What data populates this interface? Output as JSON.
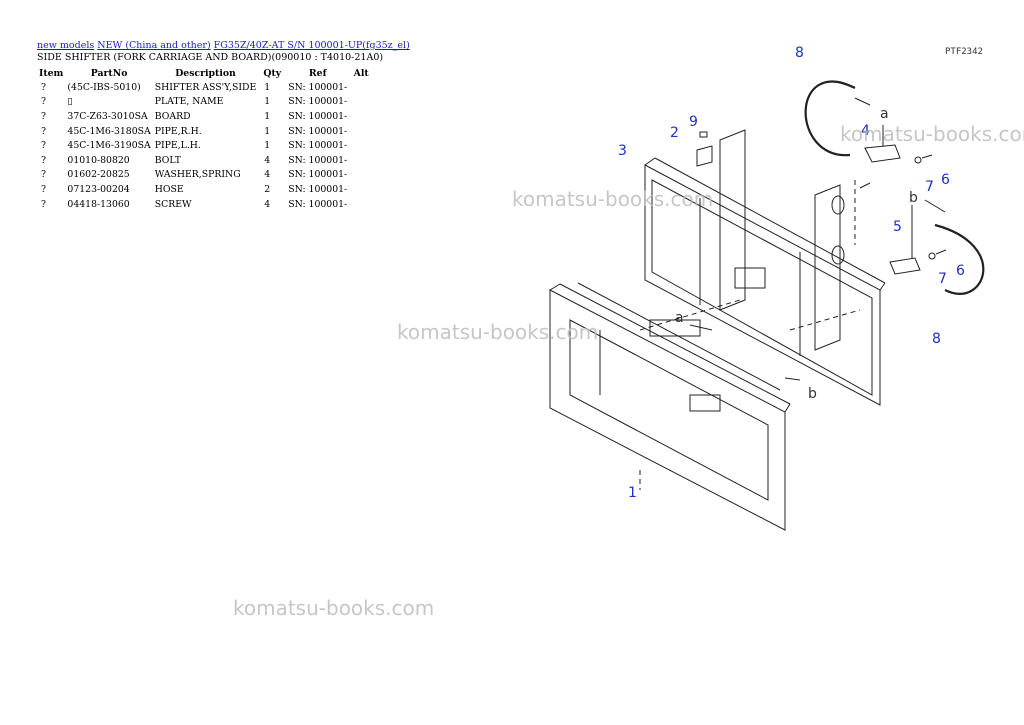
{
  "breadcrumb": {
    "link1": "new models",
    "link2": "NEW (China and other)",
    "link3": "FG35Z/40Z-AT S/N 100001-UP(fg35z_el)"
  },
  "page_title": "SIDE SHIFTER (FORK CARRIAGE AND BOARD)(090010 : T4010-21A0)",
  "table": {
    "headers": {
      "item": "Item",
      "part": "PartNo",
      "desc": "Description",
      "qty": "Qty",
      "ref": "Ref",
      "alt": "Alt"
    },
    "rows": [
      {
        "item": "?",
        "part": "(45C-IBS-5010)",
        "desc": "SHIFTER ASS'Y,SIDE",
        "qty": "1",
        "ref": "SN: 100001-"
      },
      {
        "item": "?",
        "part": "▯",
        "desc": "PLATE, NAME",
        "qty": "1",
        "ref": "SN: 100001-"
      },
      {
        "item": "?",
        "part": "37C-Z63-3010SA",
        "desc": "BOARD",
        "qty": "1",
        "ref": "SN: 100001-"
      },
      {
        "item": "?",
        "part": "45C-1M6-3180SA",
        "desc": "PIPE,R.H.",
        "qty": "1",
        "ref": "SN: 100001-"
      },
      {
        "item": "?",
        "part": "45C-1M6-3190SA",
        "desc": "PIPE,L.H.",
        "qty": "1",
        "ref": "SN: 100001-"
      },
      {
        "item": "?",
        "part": "01010-80820",
        "desc": "BOLT",
        "qty": "4",
        "ref": "SN: 100001-"
      },
      {
        "item": "?",
        "part": "01602-20825",
        "desc": "WASHER,SPRING",
        "qty": "4",
        "ref": "SN: 100001-"
      },
      {
        "item": "?",
        "part": "07123-00204",
        "desc": "HOSE",
        "qty": "2",
        "ref": "SN: 100001-"
      },
      {
        "item": "?",
        "part": "04418-13060",
        "desc": "SCREW",
        "qty": "4",
        "ref": "SN: 100001-"
      }
    ]
  },
  "diagram": {
    "figure_code": "PTF2342",
    "callouts": [
      "1",
      "2",
      "3",
      "4",
      "5",
      "6",
      "6",
      "7",
      "7",
      "8",
      "8",
      "9"
    ],
    "arrow_letters": [
      "a",
      "a",
      "b",
      "b"
    ]
  },
  "watermark": {
    "text": "komatsu-books.com",
    "color": "#bdbdbd"
  },
  "colors": {
    "link": "#1a1acc",
    "callout": "#1f2fbf"
  }
}
